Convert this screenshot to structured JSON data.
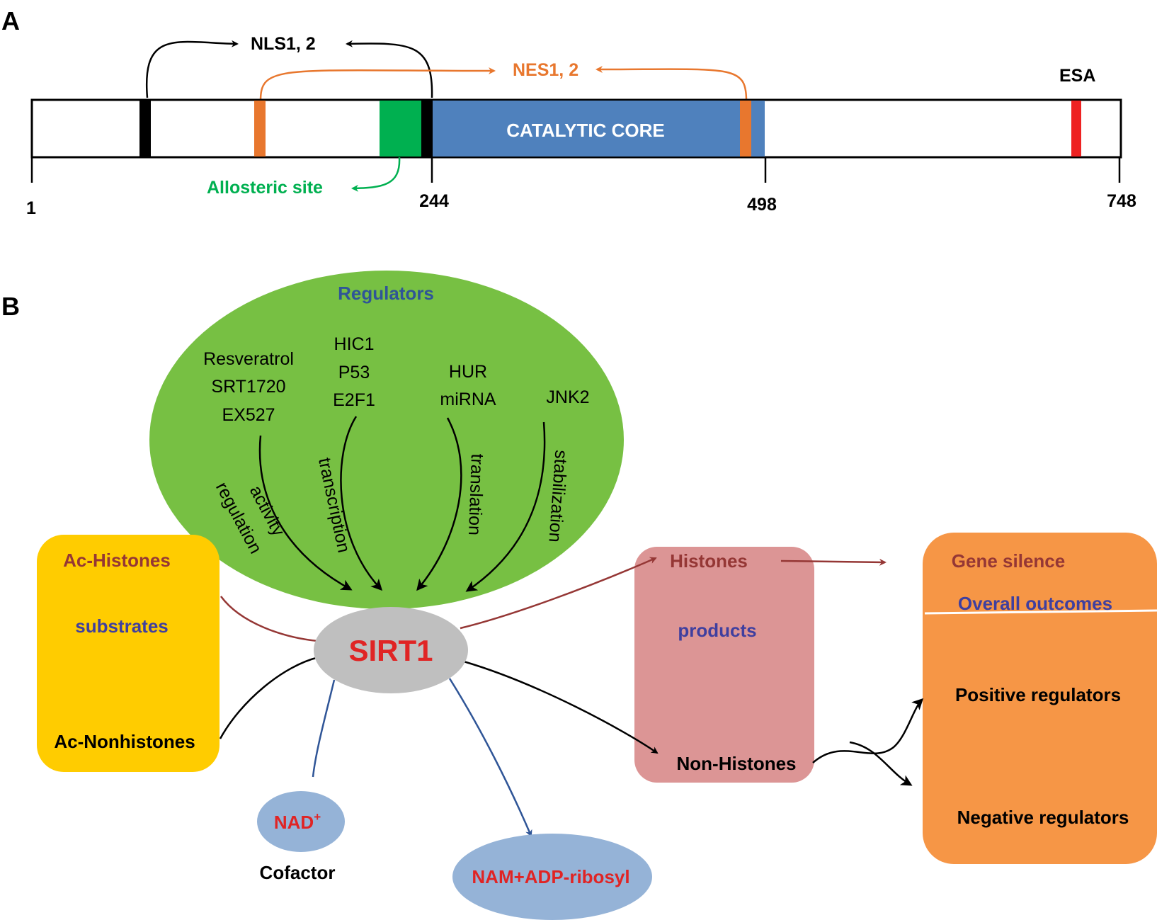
{
  "panel_a": {
    "label": "A",
    "nls": "NLS1, 2",
    "nes": "NES1, 2",
    "esa": "ESA",
    "core": "CATALYTIC CORE",
    "allosteric": "Allosteric site",
    "ticks": [
      "1",
      "244",
      "498",
      "748"
    ],
    "colors": {
      "nls": "#000000",
      "nes": "#e8772e",
      "allosteric": "#00b050",
      "core": "#4f81bd",
      "esa": "#ee2222"
    }
  },
  "panel_b": {
    "label": "B",
    "regulators": {
      "title": "Regulators",
      "group1": [
        "Resveratrol",
        "SRT1720",
        "EX527"
      ],
      "group2": [
        "HIC1",
        "P53",
        "E2F1"
      ],
      "group3": [
        "HUR",
        "miRNA"
      ],
      "group4": [
        "JNK2"
      ],
      "mech1a": "activity",
      "mech1b": "regulation",
      "mech2": "transcription",
      "mech3": "translation",
      "mech4": "stabilization"
    },
    "substrates": {
      "ac_histones": "Ac-Histones",
      "label": "substrates",
      "ac_nonhistones": "Ac-Nonhistones"
    },
    "center": "SIRT1",
    "cofactor": {
      "nad": "NAD",
      "nad_sup": "+",
      "label": "Cofactor"
    },
    "byproduct": "NAM+ADP-ribosyl",
    "products": {
      "histones": "Histones",
      "label": "products",
      "nonhistones": "Non-Histones"
    },
    "outcomes": {
      "gene_silence": "Gene silence",
      "label": "Overall outcomes",
      "positive": "Positive regulators",
      "negative": "Negative regulators"
    },
    "colors": {
      "regulators": "#77c043",
      "substrates": "#ffcc00",
      "products": "#dc9595",
      "outcomes": "#f69646",
      "sirt1": "#bfbfbf",
      "small_ellipse": "#95b3d7"
    }
  }
}
